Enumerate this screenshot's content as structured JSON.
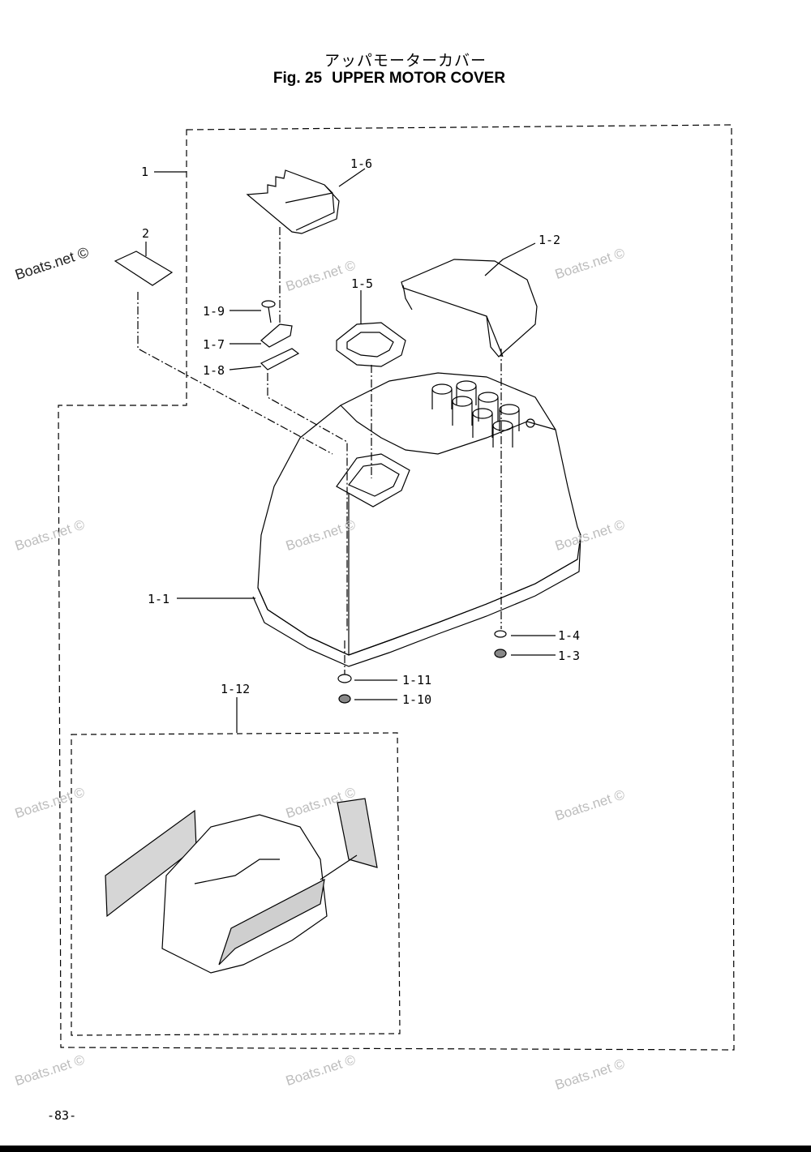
{
  "title": {
    "japanese": "アッパモーターカバー",
    "fig_label": "Fig. 25",
    "english": "UPPER MOTOR COVER"
  },
  "callouts": {
    "c1": "1",
    "c1_6": "1-6",
    "c2": "2",
    "c1_2": "1-2",
    "c1_5": "1-5",
    "c1_9": "1-9",
    "c1_7": "1-7",
    "c1_8": "1-8",
    "c1_1": "1-1",
    "c1_4": "1-4",
    "c1_3": "1-3",
    "c1_11": "1-11",
    "c1_10": "1-10",
    "c1_12": "1-12"
  },
  "watermark": "Boats.net ©",
  "page_number": "-83-"
}
